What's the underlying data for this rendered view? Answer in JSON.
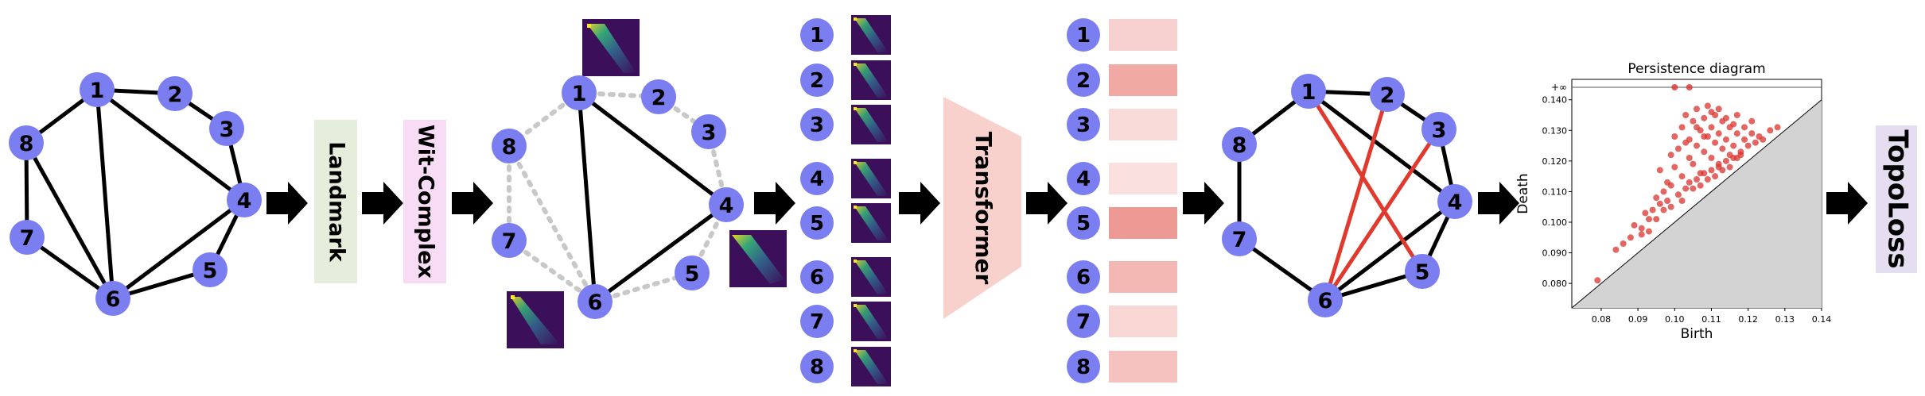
{
  "graph1": {
    "nodes": [
      "1",
      "2",
      "3",
      "4",
      "5",
      "6",
      "7",
      "8"
    ]
  },
  "steps": {
    "landmark": "Landmark",
    "witcomplex": "Wit-Complex",
    "transformer": "Transformer",
    "topoloss": "TopoLoss"
  },
  "graph2": {
    "nodes": [
      "1",
      "2",
      "3",
      "4",
      "5",
      "6",
      "7",
      "8"
    ]
  },
  "embedding_list": {
    "node_labels": [
      "1",
      "2",
      "3",
      "4",
      "5",
      "6",
      "7",
      "8"
    ]
  },
  "weights_list": {
    "node_labels": [
      "1",
      "2",
      "3",
      "4",
      "5",
      "6",
      "7",
      "8"
    ]
  },
  "graph3": {
    "nodes": [
      "1",
      "2",
      "3",
      "4",
      "5",
      "6",
      "7",
      "8"
    ]
  },
  "colors": {
    "node": "#7b7ef0",
    "edge": "#000000",
    "dotted_edge": "#c8c8c8",
    "new_edge": "#e03a2e",
    "landmark_box": "#e4eedb",
    "wit_box": "#f8dcf6",
    "transformer": "#f8d1cc",
    "topoloss_box": "#e4def0",
    "heatmap_bg": "#3b0f5a",
    "scatter": "#d9332f"
  },
  "chart_data": {
    "type": "scatter",
    "title": "Persistence diagram",
    "xlabel": "Birth",
    "ylabel": "Death",
    "xlim": [
      0.072,
      0.14
    ],
    "ylim": [
      0.072,
      0.142
    ],
    "x_ticks": [
      "0.08",
      "0.09",
      "0.10",
      "0.11",
      "0.12",
      "0.13",
      "0.14"
    ],
    "y_ticks": [
      "0.080",
      "0.090",
      "0.100",
      "0.110",
      "0.120",
      "0.130",
      "0.140"
    ],
    "inf_label": "+∞",
    "inf_points_x": [
      0.1,
      0.104
    ],
    "series": [
      {
        "values": [
          [
            0.079,
            0.081
          ],
          [
            0.084,
            0.091
          ],
          [
            0.086,
            0.093
          ],
          [
            0.088,
            0.095
          ],
          [
            0.089,
            0.099
          ],
          [
            0.091,
            0.098
          ],
          [
            0.092,
            0.103
          ],
          [
            0.093,
            0.101
          ],
          [
            0.094,
            0.104
          ],
          [
            0.095,
            0.108
          ],
          [
            0.096,
            0.106
          ],
          [
            0.097,
            0.11
          ],
          [
            0.098,
            0.113
          ],
          [
            0.099,
            0.112
          ],
          [
            0.1,
            0.118
          ],
          [
            0.1,
            0.128
          ],
          [
            0.101,
            0.124
          ],
          [
            0.102,
            0.131
          ],
          [
            0.102,
            0.115
          ],
          [
            0.103,
            0.135
          ],
          [
            0.104,
            0.121
          ],
          [
            0.104,
            0.127
          ],
          [
            0.105,
            0.133
          ],
          [
            0.105,
            0.119
          ],
          [
            0.106,
            0.125
          ],
          [
            0.106,
            0.137
          ],
          [
            0.107,
            0.13
          ],
          [
            0.107,
            0.116
          ],
          [
            0.108,
            0.123
          ],
          [
            0.108,
            0.134
          ],
          [
            0.109,
            0.128
          ],
          [
            0.109,
            0.138
          ],
          [
            0.11,
            0.121
          ],
          [
            0.11,
            0.131
          ],
          [
            0.111,
            0.126
          ],
          [
            0.111,
            0.135
          ],
          [
            0.112,
            0.119
          ],
          [
            0.112,
            0.129
          ],
          [
            0.113,
            0.124
          ],
          [
            0.113,
            0.133
          ],
          [
            0.114,
            0.127
          ],
          [
            0.115,
            0.122
          ],
          [
            0.115,
            0.131
          ],
          [
            0.116,
            0.125
          ],
          [
            0.117,
            0.129
          ],
          [
            0.118,
            0.123
          ],
          [
            0.119,
            0.127
          ],
          [
            0.12,
            0.125
          ],
          [
            0.121,
            0.129
          ],
          [
            0.122,
            0.126
          ],
          [
            0.123,
            0.128
          ],
          [
            0.124,
            0.127
          ],
          [
            0.126,
            0.13
          ],
          [
            0.128,
            0.131
          ],
          [
            0.097,
            0.104
          ],
          [
            0.098,
            0.107
          ],
          [
            0.099,
            0.105
          ],
          [
            0.101,
            0.109
          ],
          [
            0.102,
            0.107
          ],
          [
            0.103,
            0.111
          ],
          [
            0.104,
            0.113
          ],
          [
            0.105,
            0.111
          ],
          [
            0.106,
            0.114
          ],
          [
            0.107,
            0.112
          ],
          [
            0.108,
            0.116
          ],
          [
            0.109,
            0.114
          ],
          [
            0.11,
            0.117
          ],
          [
            0.111,
            0.115
          ],
          [
            0.112,
            0.118
          ],
          [
            0.113,
            0.117
          ],
          [
            0.114,
            0.12
          ],
          [
            0.115,
            0.118
          ],
          [
            0.116,
            0.121
          ],
          [
            0.117,
            0.121
          ],
          [
            0.118,
            0.122
          ],
          [
            0.095,
            0.101
          ],
          [
            0.093,
            0.097
          ],
          [
            0.091,
            0.096
          ],
          [
            0.096,
            0.117
          ],
          [
            0.099,
            0.122
          ],
          [
            0.103,
            0.126
          ],
          [
            0.106,
            0.131
          ],
          [
            0.11,
            0.136
          ],
          [
            0.108,
            0.128
          ],
          [
            0.112,
            0.137
          ],
          [
            0.114,
            0.134
          ],
          [
            0.116,
            0.132
          ],
          [
            0.117,
            0.135
          ],
          [
            0.119,
            0.131
          ],
          [
            0.121,
            0.133
          ]
        ]
      }
    ]
  }
}
